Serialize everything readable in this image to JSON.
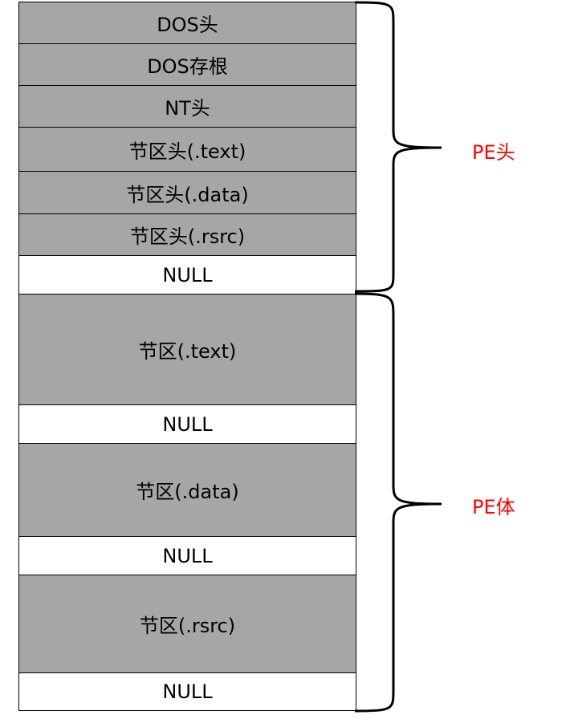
{
  "blocks": [
    {
      "label": "DOS头",
      "fill": "gray"
    },
    {
      "label": "DOS存根",
      "fill": "gray"
    },
    {
      "label": "NT头",
      "fill": "gray"
    },
    {
      "label": "节区头(.text)",
      "fill": "gray"
    },
    {
      "label": "节区头(.data)",
      "fill": "gray"
    },
    {
      "label": "节区头(.rsrc)",
      "fill": "gray"
    },
    {
      "label": "NULL",
      "fill": "white"
    },
    {
      "label": "节区(.text)",
      "fill": "gray"
    },
    {
      "label": "NULL",
      "fill": "white"
    },
    {
      "label": "节区(.data)",
      "fill": "gray"
    },
    {
      "label": "NULL",
      "fill": "white"
    },
    {
      "label": "节区(.rsrc)",
      "fill": "gray"
    },
    {
      "label": "NULL",
      "fill": "white"
    }
  ],
  "regions": {
    "pe_header": "PE头",
    "pe_body": "PE体"
  },
  "colors": {
    "block_fill": "#a6a6a6",
    "label_color": "#ff0000"
  }
}
